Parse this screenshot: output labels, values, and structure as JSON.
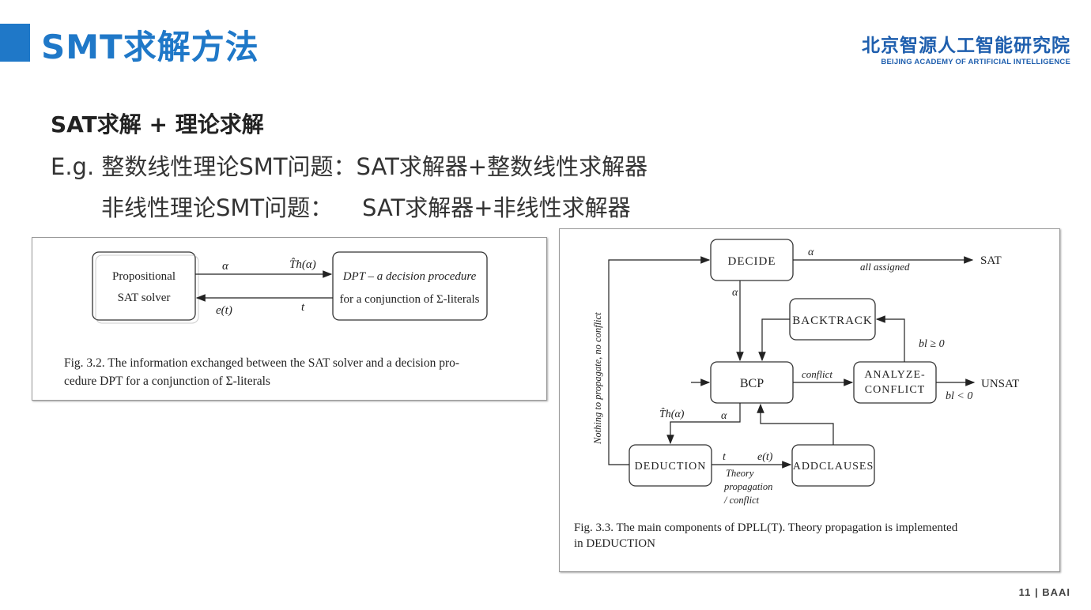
{
  "header": {
    "title": "SMT求解方法",
    "logo_cn": "北京智源人工智能研究院",
    "logo_en": "BEIJING ACADEMY OF ARTIFICIAL INTELLIGENCE"
  },
  "body": {
    "line1": "SAT求解 + 理论求解",
    "line2": "E.g. 整数线性理论SMT问题：SAT求解器+整数线性求解器",
    "line3": "非线性理论SMT问题：    SAT求解器+非线性求解器"
  },
  "fig1": {
    "box_left_line1": "Propositional",
    "box_left_line2": "SAT solver",
    "box_right_line1": "DPT – a decision procedure",
    "box_right_line2": "for a conjunction of Σ-literals",
    "arrow_top_left": "α",
    "arrow_top_right": "T̂h(α)",
    "arrow_bottom_left": "e(t)",
    "arrow_bottom_right": "t",
    "caption_line1": "Fig. 3.2.  The information exchanged between the SAT solver and a decision pro-",
    "caption_line2": "cedure DPT for a conjunction of Σ-literals"
  },
  "fig2": {
    "decide": "DECIDE",
    "bcp": "BCP",
    "backtrack": "BACKTRACK",
    "analyze_line1": "ANALYZE-",
    "analyze_line2": "CONFLICT",
    "deduction": "DEDUCTION",
    "addclauses": "ADDCLAUSES",
    "sat": "SAT",
    "unsat": "UNSAT",
    "alpha": "α",
    "all_assigned": "all assigned",
    "bl_ge": "bl ≥ 0",
    "bl_lt": "bl < 0",
    "conflict": "conflict",
    "th_alpha": "T̂h(α)",
    "t": "t",
    "et": "e(t)",
    "theory_line1": "Theory",
    "theory_line2": "propagation",
    "theory_line3": "/ conflict",
    "side_label": "Nothing to propagate, no conflict",
    "caption_line1": "Fig. 3.3.  The main components of DPLL(T). Theory propagation is implemented",
    "caption_line2": "in DEDUCTION"
  },
  "footer": {
    "page": "11 | BAAI"
  }
}
